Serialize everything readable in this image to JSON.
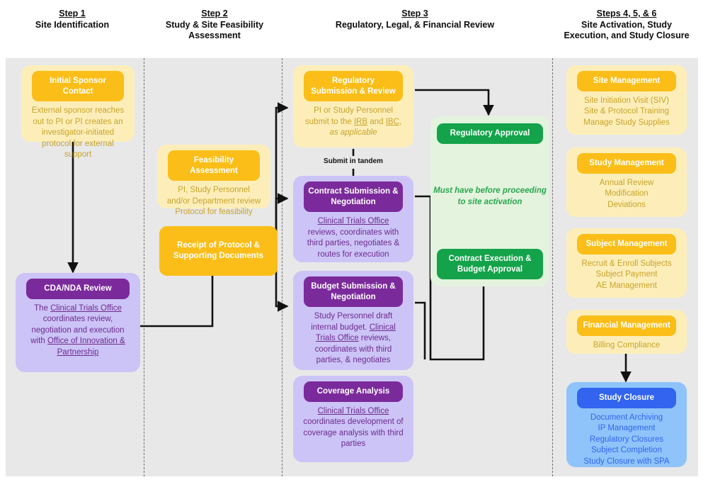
{
  "columns": [
    {
      "step": "Step 1",
      "sub": "Site Identification"
    },
    {
      "step": "Step 2",
      "sub": "Study & Site Feasibility Assessment"
    },
    {
      "step": "Step 3",
      "sub": "Regulatory, Legal, & Financial Review"
    },
    {
      "step": "Steps 4, 5, & 6",
      "sub": "Site Activation, Study Execution, and Study Closure"
    }
  ],
  "nodes": {
    "initial_sponsor_contact": {
      "title": "Initial Sponsor Contact",
      "body": "External sponsor reaches out to PI or PI creates an investigator-initiated protocol for external support"
    },
    "cda_nda_review": {
      "title": "CDA/NDA Review",
      "body_parts": [
        "The ",
        "Clinical Trials Office",
        " coordinates review, negotiation and execution with ",
        "Office of Innovation & Partnership"
      ]
    },
    "feasibility_assessment": {
      "title": "Feasibility Assessment",
      "body": "PI, Study Personnel and/or Department review Protocol for feasibility"
    },
    "receipt_of_protocol": {
      "title": "Receipt of Protocol & Supporting Documents"
    },
    "regulatory_submission": {
      "title": "Regulatory Submission & Review",
      "body_parts": [
        "PI or Study Personnel submit to the ",
        "IRB",
        " and ",
        "IBC",
        ", ",
        "as applicable"
      ]
    },
    "submit_in_tandem_label": "Submit in tandem",
    "contract_submission": {
      "title": "Contract Submission & Negotiation",
      "body_parts": [
        "Clinical Trials Office",
        " reviews, coordinates with third parties, negotiates & routes for execution"
      ]
    },
    "budget_submission": {
      "title": "Budget Submission & Negotiation",
      "body_parts": [
        "Study Personnel draft internal budget. ",
        "Clinical Trials Office",
        " reviews, coordinates with third parties, & negotiates"
      ]
    },
    "coverage_analysis": {
      "title": "Coverage Analysis",
      "body_parts": [
        "Clinical Trials Office",
        " coordinates development of coverage analysis with third parties"
      ]
    },
    "regulatory_approval": {
      "title": "Regulatory Approval"
    },
    "contract_execution": {
      "title": "Contract Execution & Budget Approval"
    },
    "green_note": "Must have before proceeding to site activation",
    "site_management": {
      "title": "Site Management",
      "lines": [
        "Site Initiation Visit (SIV)",
        "Site & Protocol Training",
        "Manage Study Supplies"
      ]
    },
    "study_management": {
      "title": "Study Management",
      "lines": [
        "Annual Review",
        "Modification",
        "Deviations"
      ]
    },
    "subject_management": {
      "title": "Subject Management",
      "lines": [
        "Recruit & Enroll Subjects",
        "Subject Payment",
        "AE Management"
      ]
    },
    "financial_management": {
      "title": "Financial Management",
      "lines": [
        "Billing Compliance"
      ]
    },
    "study_closure": {
      "title": "Study Closure",
      "lines": [
        "Document Archiving",
        "IP Management",
        "Regulatory Closures",
        "Subject Completion",
        "Study Closure with SPA"
      ]
    }
  },
  "colors": {
    "yellow_header": "#fbbe18",
    "yellow_bg": "#fdeeb9",
    "yellow_text": "#c8a32a",
    "purple_header": "#7b2a9b",
    "purple_bg": "#ccc4f7",
    "purple_text": "#6e2a8e",
    "green_header": "#14a34a",
    "green_bg": "#e3f3de",
    "green_text": "#22a34b",
    "blue_header": "#3264ef",
    "blue_bg": "#8fc4fb",
    "blue_text": "#3264ef",
    "canvas_bg": "#e8e8e8"
  }
}
